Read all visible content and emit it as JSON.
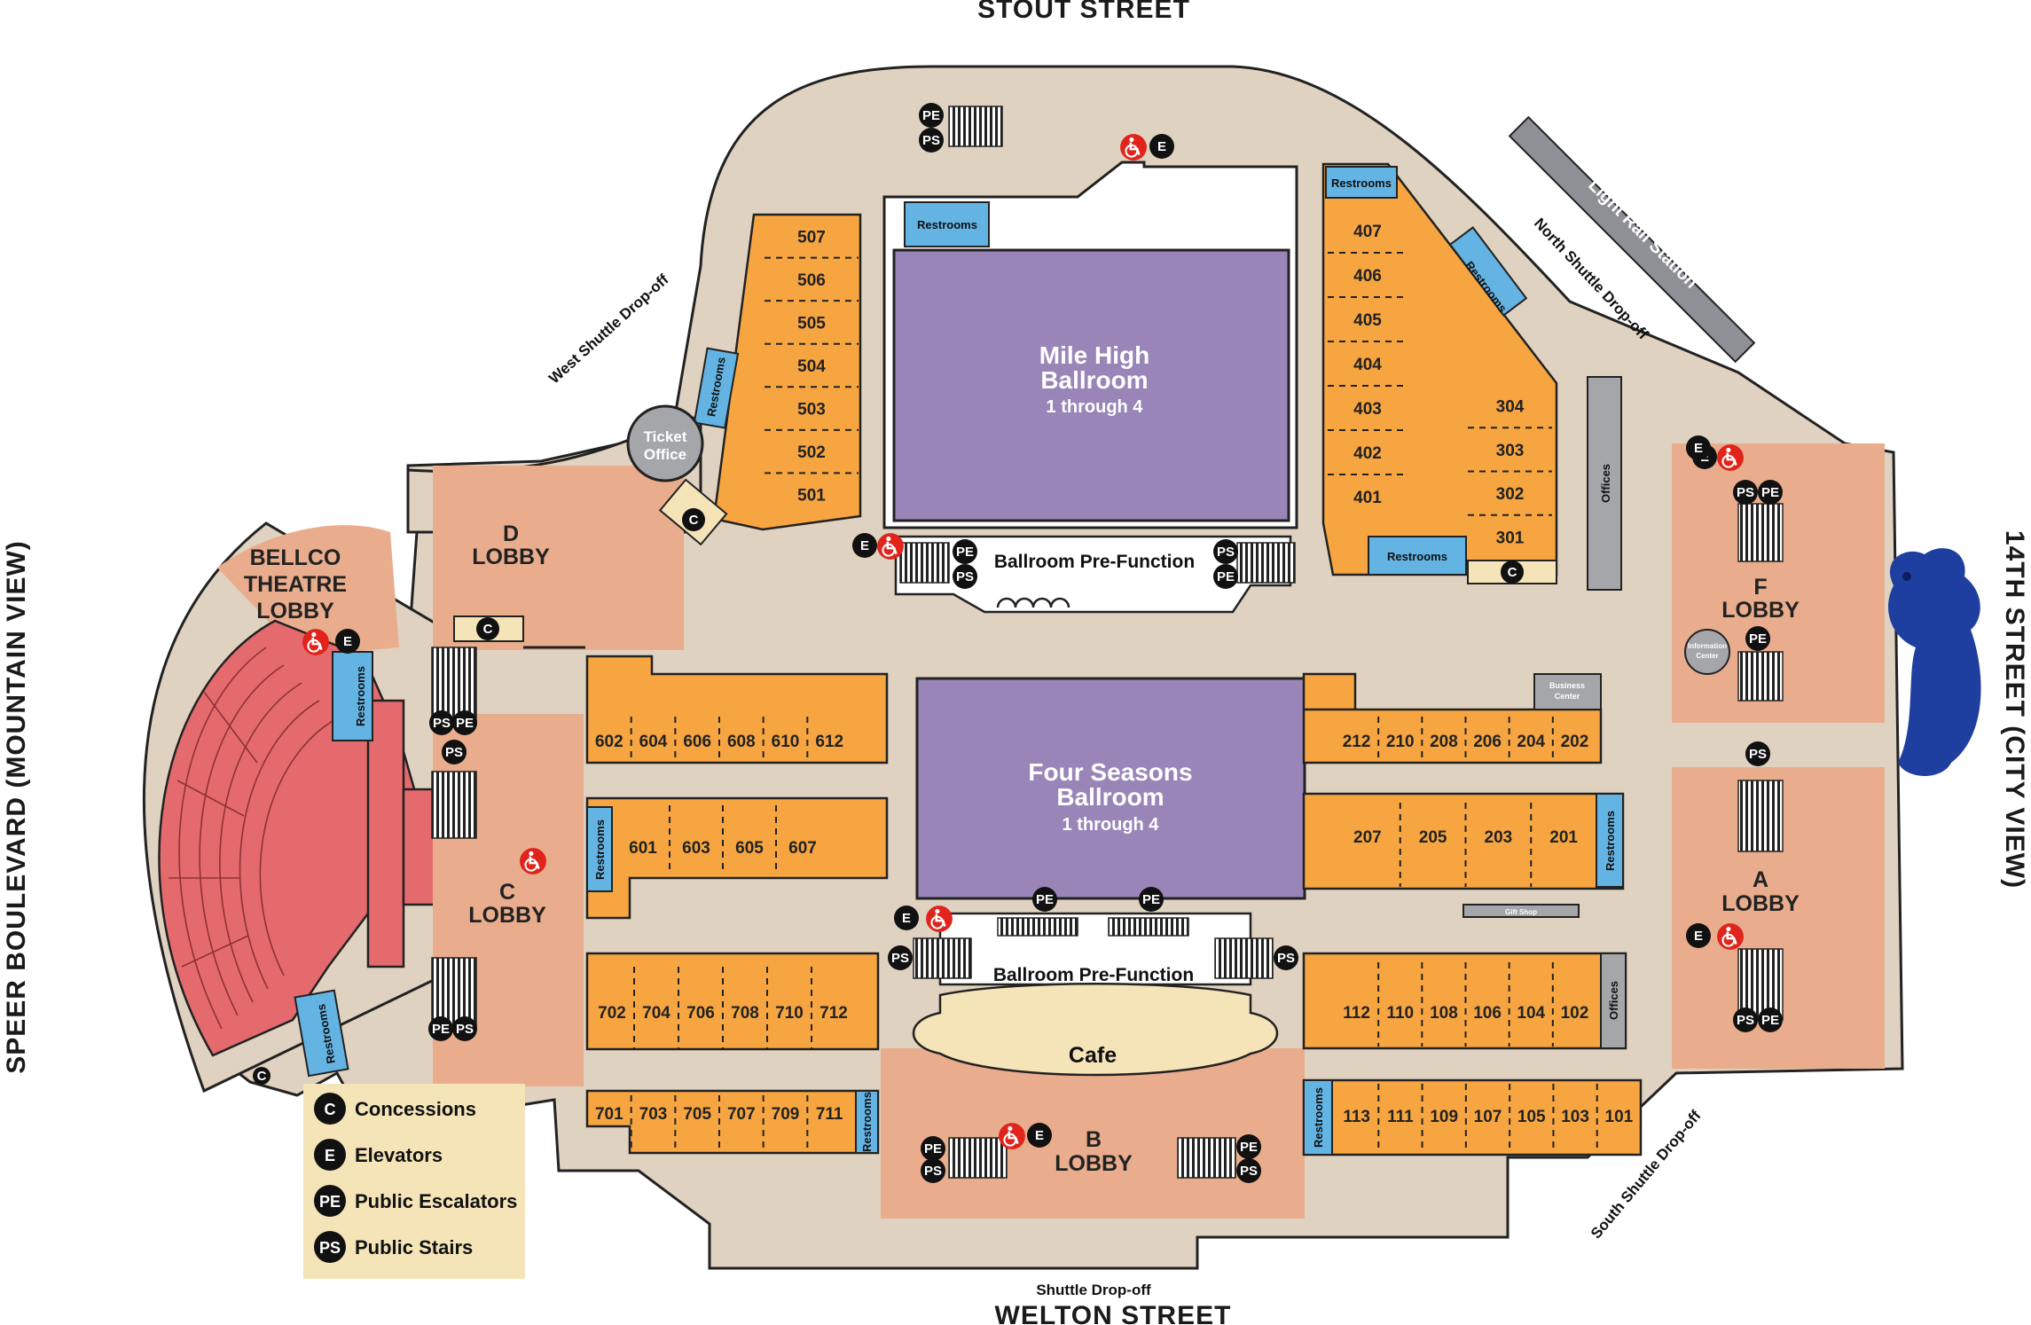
{
  "streets": {
    "north": "STOUT STREET",
    "south": "WELTON STREET",
    "west": "SPEER BOULEVARD (MOUNTAIN VIEW)",
    "east": "14TH STREET (CITY VIEW)"
  },
  "dropoffs": {
    "west": "West Shuttle Drop-off",
    "north": "North Shuttle Drop-off",
    "south": "South Shuttle Drop-off",
    "main": "Shuttle Drop-off"
  },
  "light_rail": "Light Rail Station",
  "ballrooms": {
    "mile_high": {
      "line1": "Mile High",
      "line2": "Ballroom",
      "sub": "1 through 4"
    },
    "four_seasons": {
      "line1": "Four Seasons",
      "line2": "Ballroom",
      "sub": "1 through 4"
    }
  },
  "prefunction": "Ballroom Pre-Function",
  "cafe": "Cafe",
  "ticket_office": {
    "line1": "Ticket",
    "line2": "Office"
  },
  "information_center": {
    "line1": "Information",
    "line2": "Center"
  },
  "business_center": {
    "line1": "Business",
    "line2": "Center"
  },
  "gift_shop": "Gift Shop",
  "offices": "Offices",
  "restrooms": "Restrooms",
  "lobbies": {
    "bellco": {
      "line1": "BELLCO",
      "line2": "THEATRE",
      "line3": "LOBBY"
    },
    "a": {
      "line1": "A",
      "line2": "LOBBY"
    },
    "b": {
      "line1": "B",
      "line2": "LOBBY"
    },
    "c": {
      "line1": "C",
      "line2": "LOBBY"
    },
    "d": {
      "line1": "D",
      "line2": "LOBBY"
    },
    "f": {
      "line1": "F",
      "line2": "LOBBY"
    }
  },
  "rooms": {
    "r500": [
      "507",
      "506",
      "505",
      "504",
      "503",
      "502",
      "501"
    ],
    "r400": [
      "407",
      "406",
      "405",
      "404",
      "403",
      "402",
      "401"
    ],
    "r300": [
      "304",
      "303",
      "302",
      "301"
    ],
    "r600a": [
      "602",
      "604",
      "606",
      "608",
      "610",
      "612"
    ],
    "r600b": [
      "601",
      "603",
      "605",
      "607"
    ],
    "r700a": [
      "702",
      "704",
      "706",
      "708",
      "710",
      "712"
    ],
    "r700b": [
      "701",
      "703",
      "705",
      "707",
      "709",
      "711"
    ],
    "r200a": [
      "212",
      "210",
      "208",
      "206",
      "204",
      "202"
    ],
    "r200b": [
      "207",
      "205",
      "203",
      "201"
    ],
    "r100a": [
      "112",
      "110",
      "108",
      "106",
      "104",
      "102"
    ],
    "r100b": [
      "113",
      "111",
      "109",
      "107",
      "105",
      "103",
      "101"
    ]
  },
  "badges": {
    "c": "C",
    "e": "E",
    "pe": "PE",
    "ps": "PS"
  },
  "legend": [
    {
      "badge": "C",
      "label": "Concessions"
    },
    {
      "badge": "E",
      "label": "Elevators"
    },
    {
      "badge": "PE",
      "label": "Public Escalators"
    },
    {
      "badge": "PS",
      "label": "Public Stairs"
    }
  ],
  "colors": {
    "floor": "#e0d2c0",
    "meeting_room": "#f7a540",
    "ballroom": "#9a85b8",
    "restroom": "#63b3e3",
    "lobby": "#e9ad8d",
    "theatre": "#e46a6e",
    "accessible": "#e0241b",
    "bear": "#1f3fa0"
  }
}
